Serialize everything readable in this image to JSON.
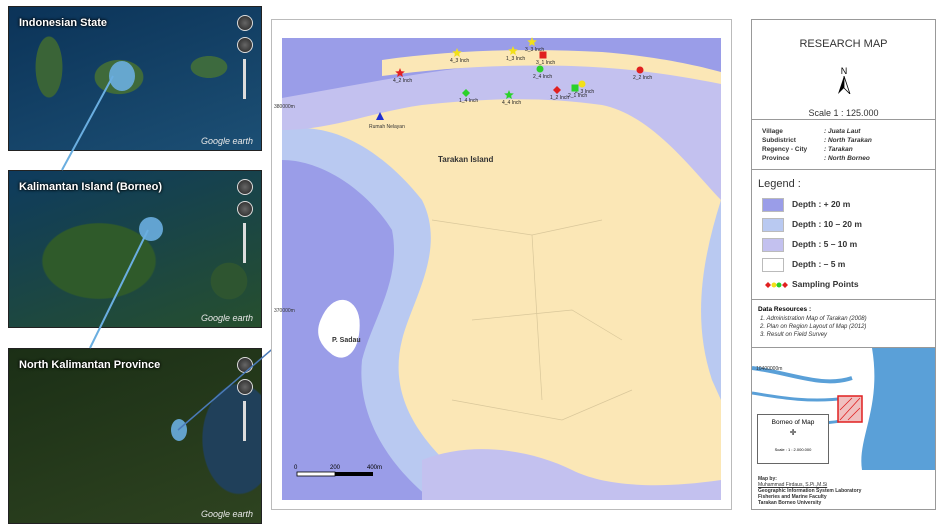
{
  "panels": [
    {
      "title": "Indonesian State",
      "brand": "Google earth",
      "colors": [
        "#0b3358",
        "#1c4f74"
      ]
    },
    {
      "title": "Kalimantan Island (Borneo)",
      "brand": "Google earth",
      "colors": [
        "#0e3b5e",
        "#264f2e"
      ]
    },
    {
      "title": "North Kalimantan  Province",
      "brand": "Google earth",
      "colors": [
        "#1b2f16",
        "#2e4320"
      ]
    }
  ],
  "map": {
    "island_label": "Tarakan Island",
    "sadau_label": "P. Sadau",
    "coord_top": "380000m",
    "coord_mid": "370000m",
    "rumah_label": "Rumah Nelayan",
    "scale_labels": [
      "0",
      "200",
      "400m"
    ],
    "points": [
      {
        "label": "4_3 Inch",
        "shape": "star",
        "color": "#f2e01a"
      },
      {
        "label": "1_3 Inch",
        "shape": "star",
        "color": "#f2e01a"
      },
      {
        "label": "3_3 Inch",
        "shape": "star",
        "color": "#f2e01a"
      },
      {
        "label": "3_1 Inch",
        "shape": "square",
        "color": "#e02020"
      },
      {
        "label": "2_4 Inch",
        "shape": "circle",
        "color": "#2ad12a"
      },
      {
        "label": "4_2 Inch",
        "shape": "star",
        "color": "#e02020"
      },
      {
        "label": "2_2 Inch",
        "shape": "circle",
        "color": "#e02020"
      },
      {
        "label": "2_3 Inch",
        "shape": "circle",
        "color": "#f2e01a"
      },
      {
        "label": "2_1 Inch",
        "shape": "square",
        "color": "#2ad12a"
      },
      {
        "label": "1_2 Inch",
        "shape": "diamond",
        "color": "#e02020"
      },
      {
        "label": "1_4 Inch",
        "shape": "diamond",
        "color": "#2ad12a"
      },
      {
        "label": "4_4 Inch",
        "shape": "star",
        "color": "#2ad12a"
      }
    ],
    "colors": {
      "land": "#fbe7b6",
      "deep": "#9a9de8",
      "mid": "#b9c9f1",
      "shallow": "#c3c1ef"
    }
  },
  "legend": {
    "research_title": "RESEARCH MAP",
    "north": "N",
    "scale": "Scale 1 : 125.000",
    "info": [
      {
        "key": "Village",
        "value": ": Juata Laut"
      },
      {
        "key": "Subdistrict",
        "value": ": North Tarakan"
      },
      {
        "key": "Regency - City",
        "value": ": Tarakan"
      },
      {
        "key": "Province",
        "value": ": North Borneo"
      }
    ],
    "legend_title": "Legend :",
    "items": [
      {
        "label": "Depth : + 20 m",
        "color": "#9a9de8"
      },
      {
        "label": "Depth : 10 – 20 m",
        "color": "#b9c9f1"
      },
      {
        "label": "Depth : 5 – 10 m",
        "color": "#c3c1ef"
      },
      {
        "label": "Depth : – 5 m",
        "color": "#ffffff"
      }
    ],
    "sampling": "Sampling Points",
    "resources_title": "Data Resources :",
    "resources": [
      "1.    Administration Map of Tarakan (2008)",
      "2.    Plan on Region Layout of Map  (2012)",
      "3.    Result on Field Survey"
    ],
    "inset_coord": "10400000m",
    "borneo_title": "Borneo of Map",
    "borneo_scale": "Scale : 1 : 2.000.000",
    "credit_title": "Map by:",
    "credit_name": "Muhammad Firdaus, S.Pi.,M.Si",
    "credit_lines": [
      "Geographic Information System Laboratory",
      "Fisheries and Marine Faculty",
      "Tarakan Borneo University"
    ]
  }
}
